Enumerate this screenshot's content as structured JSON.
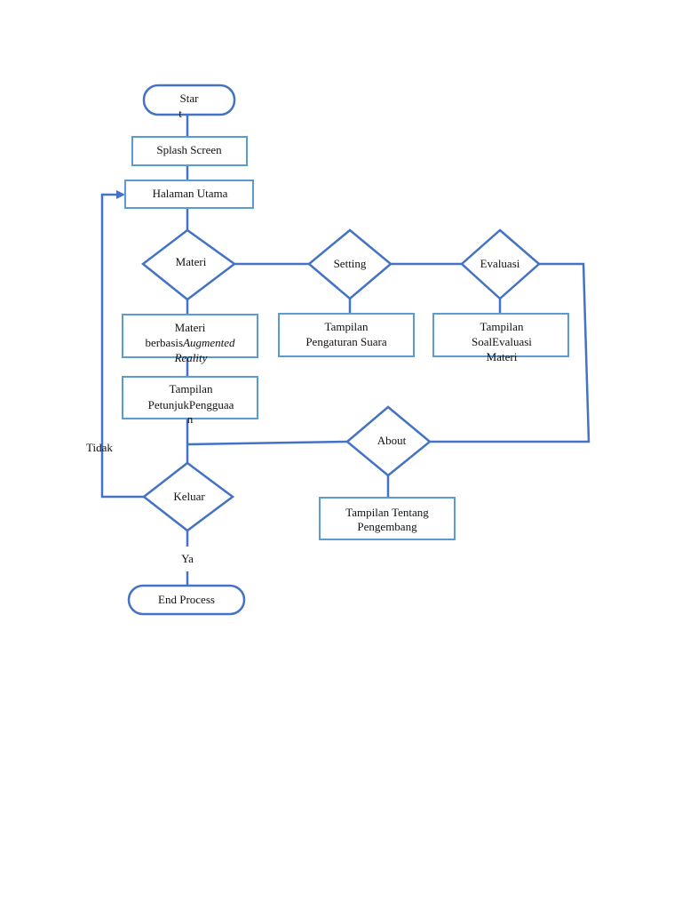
{
  "flowchart": {
    "start": [
      "Star",
      "t"
    ],
    "splash_screen": "Splash Screen",
    "halaman_utama": "Halaman Utama",
    "materi": "Materi",
    "setting": "Setting",
    "evaluasi": "Evaluasi",
    "materi_ar_line1": "Materi",
    "materi_ar_line2_plain": "berbasis",
    "materi_ar_line2_italic": "Augmented",
    "materi_ar_line3_italic": "Reality",
    "pengaturan_suara": [
      "Tampilan",
      "Pengaturan Suara"
    ],
    "soal_evaluasi": [
      "Tampilan",
      "SoalEvaluasi",
      "Materi"
    ],
    "petunjuk": [
      "Tampilan",
      "PetunjukPengguaa",
      "n"
    ],
    "about": "About",
    "tentang_pengembang": [
      "Tampilan Tentang",
      "Pengembang"
    ],
    "keluar": "Keluar",
    "tidak": "Tidak",
    "ya": "Ya",
    "end_process": "End Process"
  },
  "colors": {
    "stroke": "#4472c4",
    "box_stroke": "#5b9bd5",
    "text": "#111111"
  }
}
